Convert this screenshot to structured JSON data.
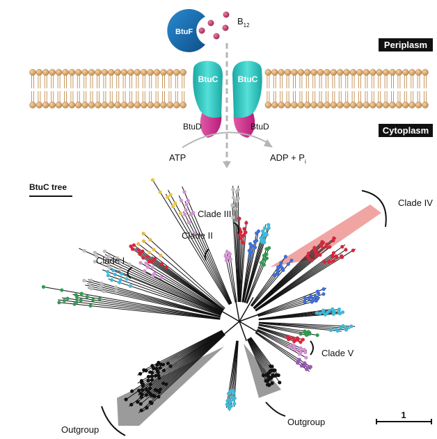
{
  "membrane": {
    "periplasm_label": "Periplasm",
    "cytoplasm_label": "Cytoplasm"
  },
  "transporter": {
    "btuf_label": "BtuF",
    "btuc_left_label": "BtuC",
    "btuc_right_label": "BtuC",
    "btud_left_label": "BtuD",
    "btud_right_label": "BtuD",
    "ligand_label": "B",
    "ligand_subscript": "12",
    "atp_label": "ATP",
    "adp_label": "ADP + P",
    "adp_subscript": "i"
  },
  "tree": {
    "title": "BtuC tree",
    "clade_labels": {
      "clade1": "Clade I",
      "clade2": "Clade II",
      "clade3": "Clade III",
      "clade4": "Clade IV",
      "clade5": "Clade V",
      "outgroup1": "Outgroup",
      "outgroup2": "Outgroup"
    },
    "scale_label": "1"
  },
  "colors": {
    "btuf": "#1f73b7",
    "btuc": "#2fc7c0",
    "btud": "#d9338f",
    "ligand": "#b8336a",
    "lipid_head": "#d9a86c",
    "clade4_fill": "#e35b55",
    "outgroup_fill": "#7a7a7a"
  }
}
